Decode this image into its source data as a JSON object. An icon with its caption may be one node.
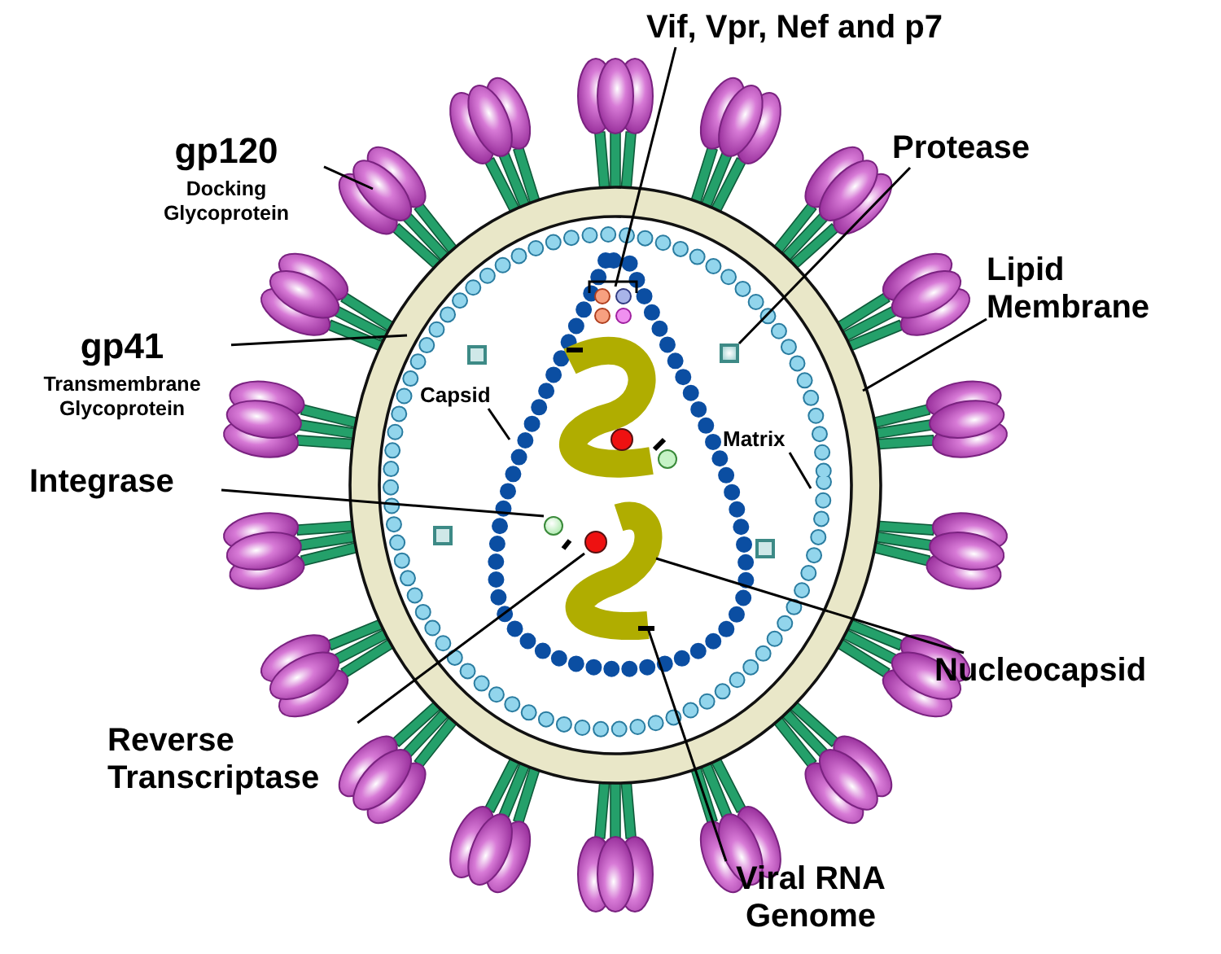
{
  "diagram": {
    "nodes": [
      {
        "text": [
          "gp120",
          "Docking Glycoprotein"
        ]
      },
      {
        "text": [
          "gp41",
          "Transmembrane Glycoprotein"
        ]
      },
      {
        "text": [
          "Vif, Vpr, Nef and p7"
        ]
      },
      {
        "text": [
          "Protease"
        ]
      },
      {
        "text": [
          "Lipid Membrane"
        ]
      },
      {
        "text": [
          "Capsid"
        ]
      },
      {
        "text": [
          "Matrix"
        ]
      },
      {
        "text": [
          "Integrase"
        ]
      },
      {
        "text": [
          "Nucleocapsid"
        ]
      },
      {
        "text": [
          "Reverse Transcriptase"
        ]
      },
      {
        "text": [
          "Viral RNA Genome"
        ]
      },
      {
        "text": [],
        "shape": "circle"
      },
      {
        "text": [],
        "shape": "circle"
      },
      {
        "text": [],
        "shape": "box"
      }
    ],
    "edges": [
      {
        "from": 0,
        "to": null,
        "arrow": "none"
      },
      {
        "from": 1,
        "to": null,
        "arrow": "none"
      },
      {
        "from": 2,
        "to": null,
        "arrow": "none"
      },
      {
        "from": 3,
        "to": 13,
        "arrow": "none"
      },
      {
        "from": 4,
        "to": null,
        "arrow": "none"
      },
      {
        "from": 5,
        "to": null,
        "arrow": "none"
      },
      {
        "from": 6,
        "to": null,
        "arrow": "none"
      },
      {
        "from": 7,
        "to": 11,
        "arrow": "none"
      },
      {
        "from": 8,
        "to": null,
        "arrow": "none"
      },
      {
        "from": 9,
        "to": 12,
        "arrow": "none"
      },
      {
        "from": 10,
        "to": null,
        "arrow": "none"
      }
    ]
  }
}
